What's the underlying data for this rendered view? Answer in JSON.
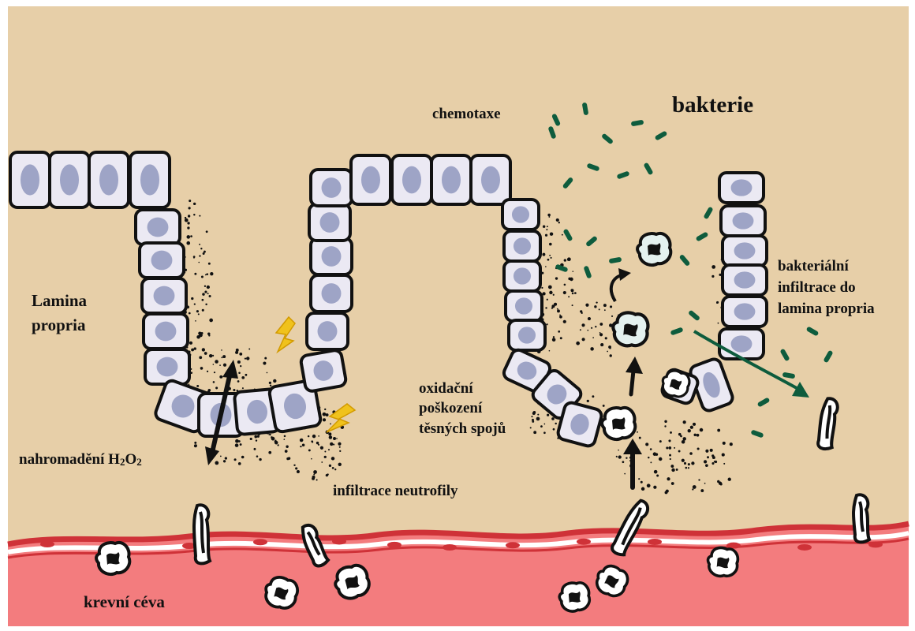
{
  "colors": {
    "tissue": "#e7cfa8",
    "vessel": "#f37c7e",
    "vessel_edge": "#cf3238",
    "cell_fill": "#ebe9f3",
    "nucleus": "#9ea4c6",
    "bacteria": "#0e5c3d",
    "damage": "#f0c21c",
    "outline": "#111111"
  },
  "labels": {
    "lamina_line1": "Lamina",
    "lamina_line2": "propria",
    "h2o2_main": "nahromadění H",
    "h2o2_sub2": "2",
    "h2o2_o": "O",
    "h2o2_sub2b": "2",
    "neutrophil_infiltration": "infiltrace neutrofily",
    "chemotaxis": "chemotaxe",
    "bacteria": "bakterie",
    "oxidative_line1": "oxidační",
    "oxidative_line2": "poškození",
    "oxidative_line3": "těsných spojů",
    "bacterial_line1": "bakteriální",
    "bacterial_line2": "infiltrace do",
    "bacterial_line3": "lamina propria",
    "vessel": "krevní céva"
  },
  "icons": [
    "epithelial-cell-icon",
    "neutrophil-icon",
    "bacterium-icon",
    "lightning-icon",
    "arrow-icon"
  ]
}
